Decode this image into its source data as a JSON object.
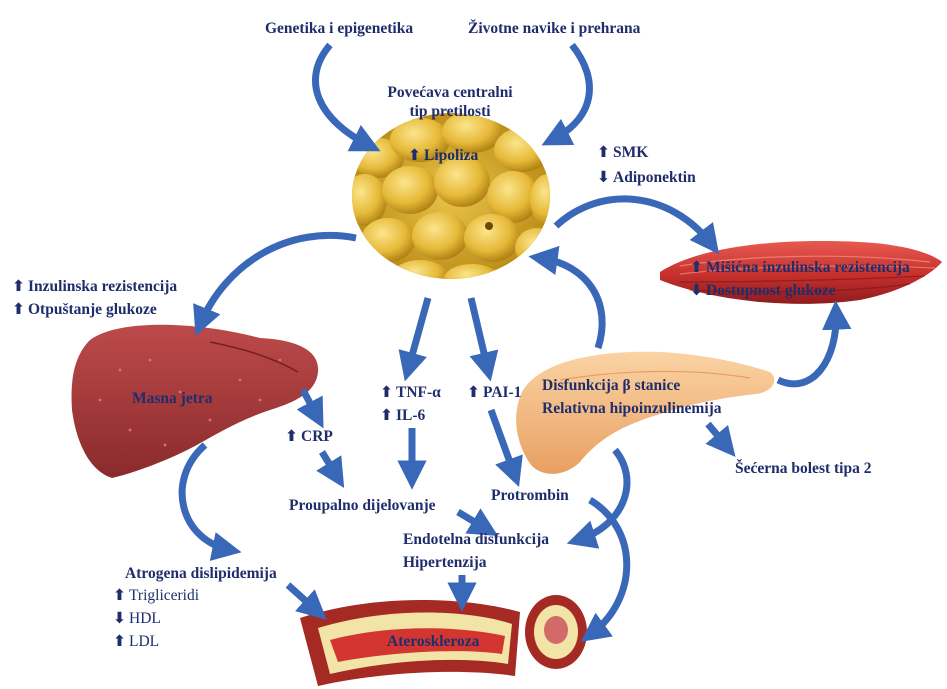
{
  "top": {
    "genetics": "Genetika i epigenetika",
    "lifestyle": "Životne navike i prehrana",
    "central_line1": "Povećava centralni",
    "central_line2": "tip pretilosti"
  },
  "adipose": {
    "lipolysis": "Lipoliza"
  },
  "smk": {
    "line1": "SMK",
    "line2": "Adiponektin"
  },
  "muscle": {
    "line1": "Mišićna inzulinska rezistencija",
    "line2": "Dostupnost glukoze"
  },
  "liver": {
    "effect1": "Inzulinska rezistencija",
    "effect2": "Otpuštanje glukoze",
    "label": "Masna jetra",
    "crp": "CRP"
  },
  "cytokines": {
    "tnf": "TNF-α",
    "il6": "IL-6",
    "pai": "PAI-1"
  },
  "pancreas": {
    "line1": "Disfunkcija β stanice",
    "line2": "Relativna hipoinzulinemija",
    "outcome": "Šećerna bolest tipa 2"
  },
  "middle": {
    "proinflammatory": "Proupalno dijelovanje",
    "prothrombin": "Protrombin",
    "endothelial": "Endotelna disfunkcija",
    "hypertension": "Hipertenzija"
  },
  "dyslipidemia": {
    "title": "Atrogena dislipidemija",
    "tg": "Trigliceridi",
    "hdl": "HDL",
    "ldl": "LDL"
  },
  "artery": {
    "label": "Ateroskleroza"
  },
  "glyphs": {
    "up": "⬆",
    "down": "⬇"
  },
  "colors": {
    "text": "#1f2d6b",
    "arrow": "#3a68b8",
    "fat": "#e2b52e",
    "liver": "#a8383a",
    "muscle": "#c93a36",
    "pancreas": "#f2b071",
    "artery": "#a52a24"
  }
}
